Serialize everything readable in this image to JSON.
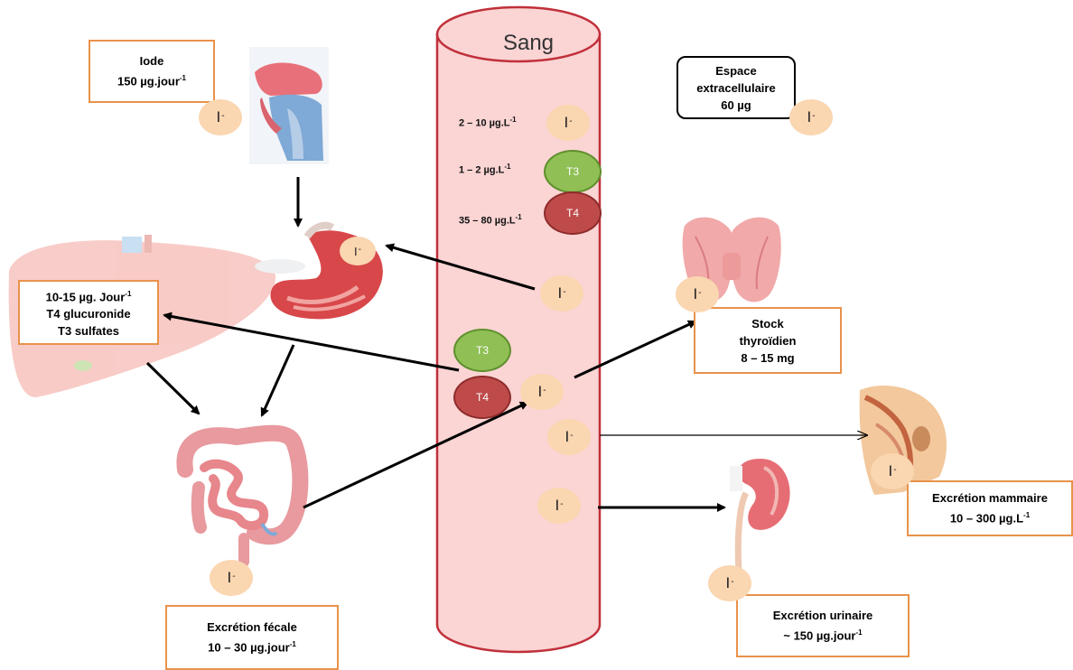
{
  "blood_vessel": {
    "label": "Sang"
  },
  "ion_label": "I",
  "ion_charge": "-",
  "intake_box": {
    "line1": "Iode",
    "line2_value": "150 µg.jour",
    "line2_exp": "-1"
  },
  "extracellular_box": {
    "line1": "Espace",
    "line2": "extracellulaire",
    "line3": "60 µg"
  },
  "blood_concentrations": {
    "iodide": {
      "value": "2 – 10 µg.L",
      "exp": "-1"
    },
    "t3": {
      "value": "1 – 2 µg.L",
      "exp": "-1"
    },
    "t4": {
      "value": "35 – 80 µg.L",
      "exp": "-1"
    }
  },
  "hormones": {
    "t3": "T3",
    "t4": "T4"
  },
  "liver_box": {
    "line1_value": "10-15 µg. Jour",
    "line1_exp": "-1",
    "line2": "T4 glucuronide",
    "line3": "T3 sulfates"
  },
  "thyroid_box": {
    "line1": "Stock",
    "line2": "thyroïdien",
    "line3": "8 – 15 mg"
  },
  "mammary_box": {
    "line1": "Excrétion mammaire",
    "line2_value": "10 – 300 µg.L",
    "line2_exp": "-1"
  },
  "urinary_box": {
    "line1": "Excrétion urinaire",
    "line2_value": "~ 150 µg.jour",
    "line2_exp": "-1"
  },
  "fecal_box": {
    "line1": "Excrétion fécale",
    "line2_value": "10 – 30 µg.jour",
    "line2_exp": "-1"
  },
  "colors": {
    "box_border": "#e8924a",
    "ion_fill": "#fad6b1",
    "vessel_fill": "#fbd4d4",
    "vessel_stroke": "#c0303a",
    "t3_fill": "#8fbf55",
    "t4_fill": "#be4b4a"
  }
}
